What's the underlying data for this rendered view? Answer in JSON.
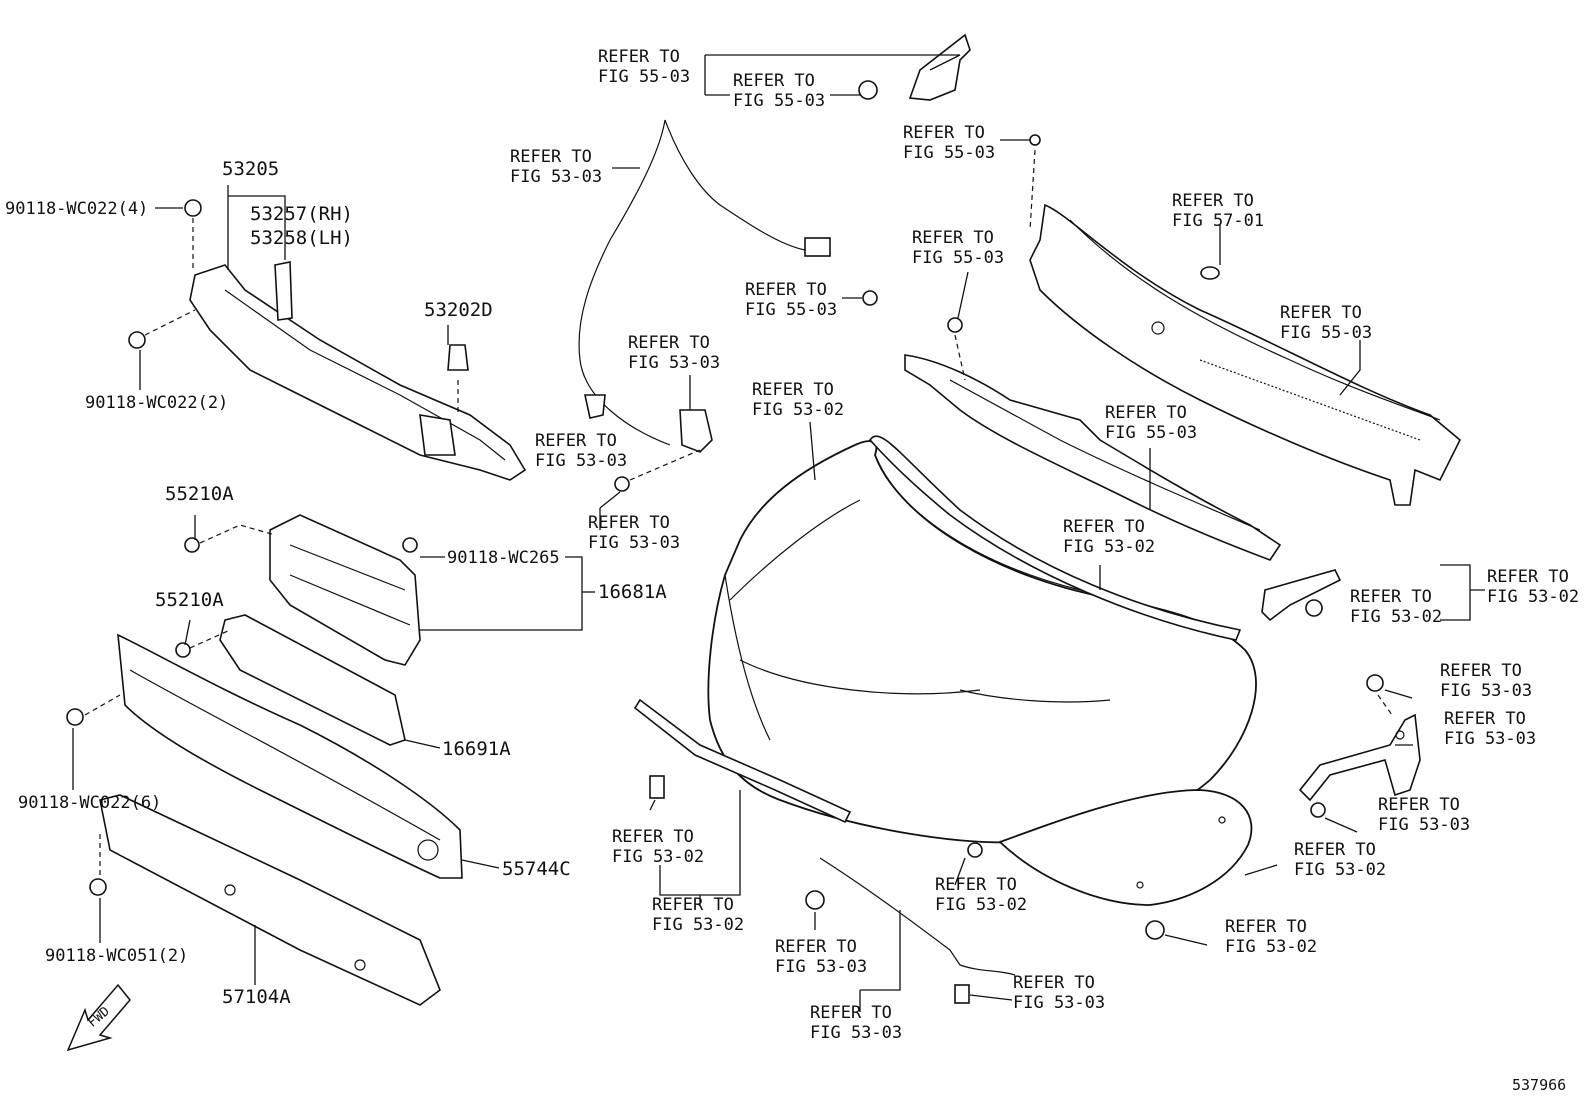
{
  "diagram_id": "537966",
  "fwd_label": "FWD",
  "refer_lines": [
    "REFER TO"
  ],
  "part_labels": {
    "p53205": "53205",
    "p53257": "53257(RH)",
    "p53258": "53258(LH)",
    "p90118_wc022_4": "90118-WC022(4)",
    "p90118_wc022_2": "90118-WC022(2)",
    "p53202d": "53202D",
    "p55210a_1": "55210A",
    "p90118_wc265": "90118-WC265",
    "p16681a": "16681A",
    "p55210a_2": "55210A",
    "p16691a": "16691A",
    "p90118_wc022_6": "90118-WC022(6)",
    "p55744c": "55744C",
    "p90118_wc051_2": "90118-WC051(2)",
    "p57104a": "57104A"
  },
  "refer_labels": {
    "r1": {
      "line1": "REFER TO",
      "line2": "FIG 55-03"
    },
    "r2": {
      "line1": "REFER TO",
      "line2": "FIG 55-03"
    },
    "r3": {
      "line1": "REFER TO",
      "line2": "FIG 53-03"
    },
    "r4": {
      "line1": "REFER TO",
      "line2": "FIG 55-03"
    },
    "r5": {
      "line1": "REFER TO",
      "line2": "FIG 57-01"
    },
    "r6": {
      "line1": "REFER TO",
      "line2": "FIG 55-03"
    },
    "r7": {
      "line1": "REFER TO",
      "line2": "FIG 55-03"
    },
    "r8": {
      "line1": "REFER TO",
      "line2": "FIG 55-03"
    },
    "r9": {
      "line1": "REFER TO",
      "line2": "FIG 53-03"
    },
    "r10": {
      "line1": "REFER TO",
      "line2": "FIG 53-02"
    },
    "r11": {
      "line1": "REFER TO",
      "line2": "FIG 53-03"
    },
    "r12": {
      "line1": "REFER TO",
      "line2": "FIG 55-03"
    },
    "r13": {
      "line1": "REFER TO",
      "line2": "FIG 53-03"
    },
    "r14": {
      "line1": "REFER TO",
      "line2": "FIG 53-02"
    },
    "r15": {
      "line1": "REFER TO",
      "line2": "FIG 53-02"
    },
    "r16": {
      "line1": "REFER TO",
      "line2": "FIG 53-02"
    },
    "r17": {
      "line1": "REFER TO",
      "line2": "FIG 53-03"
    },
    "r18": {
      "line1": "REFER TO",
      "line2": "FIG 53-03"
    },
    "r19": {
      "line1": "REFER TO",
      "line2": "FIG 53-03"
    },
    "r20": {
      "line1": "REFER TO",
      "line2": "FIG 53-02"
    },
    "r21": {
      "line1": "REFER TO",
      "line2": "FIG 53-02"
    },
    "r22": {
      "line1": "REFER TO",
      "line2": "FIG 53-02"
    },
    "r23": {
      "line1": "REFER TO",
      "line2": "FIG 53-02"
    },
    "r24": {
      "line1": "REFER TO",
      "line2": "FIG 53-03"
    },
    "r25": {
      "line1": "REFER TO",
      "line2": "FIG 53-03"
    },
    "r26": {
      "line1": "REFER TO",
      "line2": "FIG 53-03"
    },
    "r27": {
      "line1": "REFER TO",
      "line2": "FIG 53-02"
    }
  }
}
